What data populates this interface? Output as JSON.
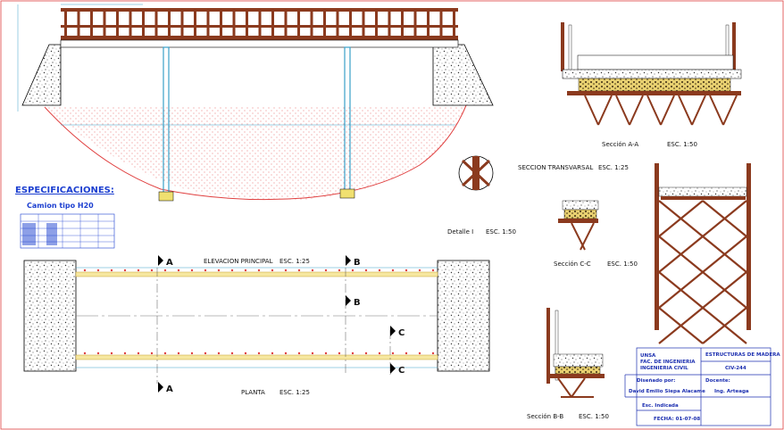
{
  "spec": {
    "title": "ESPECIFICACIONES:",
    "subtitle": "Camion tipo H20"
  },
  "elevation": {
    "title": "ELEVACION PRINCIPAL",
    "scale": "ESC. 1:25",
    "cut_a": "A",
    "cut_b": "B"
  },
  "plan": {
    "title": "PLANTA",
    "scale": "ESC. 1:25",
    "cut_a": "A",
    "cut_b": "B",
    "cut_c": "C"
  },
  "detail": {
    "title": "Detalle I",
    "scale": "ESC. 1:50"
  },
  "cross": {
    "title": "SECCION TRANSVARSAL",
    "scale": "ESC. 1:25"
  },
  "section_aa": {
    "title": "Sección A-A",
    "scale": "ESC. 1:50"
  },
  "section_cc": {
    "title": "Sección C-C",
    "scale": "ESC. 1:50"
  },
  "section_bb": {
    "title": "Sección B-B",
    "scale": "ESC. 1:50"
  },
  "titleblock": {
    "school_1": "UNSA",
    "school_2": "FAC. DE INGENIERIA",
    "school_3": "INGENIERIA CIVIL",
    "course": "ESTRUCTURAS DE MADERA",
    "code": "CIV-244",
    "designed_label": "Diseñado por:",
    "designer": "David Emilio Siepa Alacame",
    "teacher_label": "Docente:",
    "teacher": "Ing. Arteaga",
    "scale_label": "Esc. Indicada",
    "date": "FECHA: 01-07-08"
  },
  "colors": {
    "timber": "#8b3a1e",
    "post": "#3aa0c8",
    "ground": "#e04040",
    "stake": "#f0d020",
    "note": "#1c3fd0"
  }
}
